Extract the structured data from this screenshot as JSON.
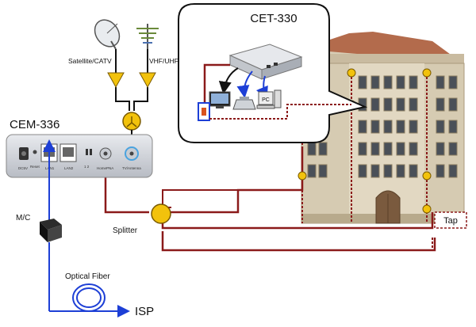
{
  "labels": {
    "cet_model": "CET-330",
    "cem_model": "CEM-336",
    "satellite": "Satellite/CATV",
    "vhf": "VHF/UHF",
    "splitter": "Splitter",
    "tap": "Tap",
    "mc": "M/C",
    "optical": "Optical Fiber",
    "isp": "ISP",
    "pc": "PC",
    "port_dc": "DC5V",
    "port_reset": "Reset",
    "port_lan1": "LAN1",
    "port_lan2": "LAN2",
    "port_12": "1 2",
    "port_hp": "HomePNA",
    "port_tv": "TV/Antenna"
  },
  "colors": {
    "coax": "#8b1a1a",
    "ethernet": "#1d3fd6",
    "amp": "#f2c20c",
    "building": "#cfc4ad",
    "roof": "#b36b4c"
  }
}
